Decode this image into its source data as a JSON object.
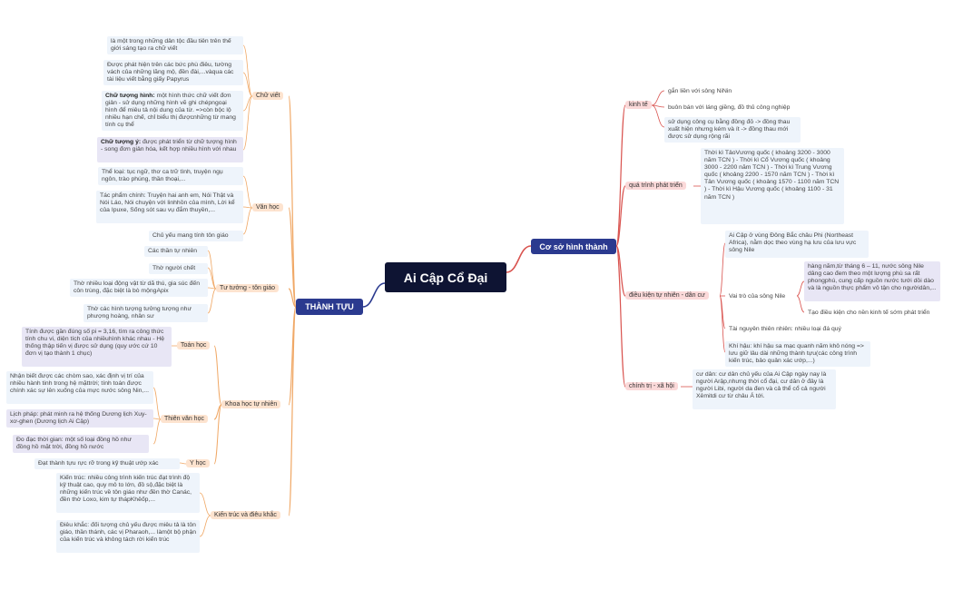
{
  "root": {
    "label": "Ai Cập Cổ Đại"
  },
  "right": {
    "label": "Cơ sở hình thành",
    "branches": [
      {
        "label": "kinh tế",
        "items": [
          "gắn liền với sông NiNin",
          "buôn bán với láng giềng, đồ thủ công nghiệp",
          "sử dụng công cụ bằng đồng đỏ -> đồng thau xuất hiện nhưng kém và ít -> đồng thau mới được sử dụng rộng rãi"
        ]
      },
      {
        "label": "quá trình phát triển",
        "items": [
          "Thời kì TảoVương quốc ( khoảng 3200 - 3000 năm TCN ) - Thời kì Cổ Vương quốc ( khoảng 3000 - 2200 năm TCN ) - Thời kì Trung Vương quốc ( khoảng 2200 - 1570 năm TCN ) - Thời kì Tân Vương quốc ( khoảng 1570 - 1100 năm TCN ) - Thời kì Hậu Vương quốc ( khoảng 1100 - 31 năm TCN )"
        ]
      },
      {
        "label": "điều kiện tự nhiên - dân cư",
        "items": [
          "Ai Cập ở vùng Đông Bắc châu Phi (Northeast Africa), nằm dọc theo vùng hạ lưu của lưu vực sông Nile",
          "Vai trò của sông Nile",
          "Tài nguyên thiên nhiên: nhiều loại đá quý",
          "Khí hậu: khí hậu sa mạc quanh năm khô nóng => lưu giữ lâu dài những thành tựu(các công trình kiến trúc, bảo quản xác ướp,...)"
        ],
        "nile": [
          "hàng năm,từ tháng 6 – 11, nước sông Nile dâng cao đem theo một lượng phù sa rất phongphú, cung cấp nguồn nước tưới dồi dào và là nguồn thực phẩm vô tận cho ngườidân,...",
          "Tạo điều kiện cho nền kinh tế sớm phát triển"
        ]
      },
      {
        "label": "chính trị - xã hội",
        "items": [
          "cư dân: cư dân chủ yếu của Ai Cập ngày nay là người Arập,nhưng thời cổ đại, cư dân ở đây là người Libi, người da đen và cả thể cổ cả người Xêmitdi cư từ châu Á tới."
        ]
      }
    ]
  },
  "left": {
    "label": "THÀNH TỰU",
    "branches": [
      {
        "label": "Chữ viết",
        "items": [
          {
            "text": "là một trong những dân tộc đầu tiên trên thế giới sáng tạo ra chữ viết"
          },
          {
            "text": "Được phát hiện trên các bức phù điêu, tường vách của những lăng mộ, đền đài,...vàqua các tài liệu viết bằng giấy Papyrus"
          },
          {
            "bold": "Chữ tượng hình:",
            "text": " một hình thức chữ viết đơn giản - sử dụng những hình vẽ ghi chépngoại hình để miêu tả nội dung của từ. =>còn bộc lộ nhiều hạn chế, chỉ biểu thị đượcnhững từ mang tính cụ thể"
          },
          {
            "bold": "Chữ tượng ý:",
            "text": " được phát triển từ chữ tượng hình - song đơn giản hóa, kết hợp nhiều hình với nhau"
          }
        ]
      },
      {
        "label": "Văn học",
        "items": [
          "Thể loại: tục ngữ, thơ ca trữ tình, truyện ngụ ngôn, trào phúng, thần thoại,...",
          "Tác phẩm chính: Truyện hai anh em, Nói Thật và Nói Láo, Nói chuyện với linhhồn của mình, Lời kể của Ipuxe, Sống sót sau vụ đắm thuyền,...",
          "Chủ yếu mang tính tôn giáo"
        ]
      },
      {
        "label": "Tư tưởng - tôn giáo",
        "items": [
          "Các thần tự nhiên",
          "Thờ người chết",
          "Thờ nhiều loại động vật từ dã thú, gia súc đến côn trùng, đặc biệt là bò mộngApix",
          "Thờ các hình tượng tưởng tượng như phượng hoàng, nhân sư"
        ]
      },
      {
        "label": "Khoa học tự nhiên",
        "subs": [
          {
            "label": "Toán học",
            "items": [
              "Tính được gần đúng số pi = 3,16, tìm ra công thức tính chu vi, diện tích của nhiềuhình khác nhau - Hệ thống thập tiến vị được sử dụng (quy ước cứ 10 đơn vị tạo thành 1 chục)"
            ]
          },
          {
            "label": "Thiên văn học",
            "items": [
              "Nhận biết được các chòm sao, xác định vị trí của nhiều hành tinh trong hệ mặttrời; tính toán được chính xác sự lên xuống của mực nước sông Nin,...",
              "Lịch pháp: phát minh ra hệ thống Dương lịch Xuy-xơ-ghen (Dương lịch Ai Cập)",
              "Đo đạc thời gian: một số loại đồng hồ như đồng hồ mặt trời, đồng hồ nước"
            ]
          },
          {
            "label": "Y học",
            "items": [
              "Đạt thành tựu rực rỡ trong kỹ thuật ướp xác"
            ]
          }
        ]
      },
      {
        "label": "Kiến trúc và điêu khắc",
        "items": [
          "Kiến trúc: nhiều công trình kiến trúc đạt trình độ kỹ thuật cao, quy mô to lớn, đồ sộ,đặc biệt là những kiến trúc về tôn giáo như đền thờ Canác, đền thờ Loxo, kim tự thápKhêốp,...",
          "Điêu khắc: đối tượng chủ yếu được miêu tả là tôn giáo, thần thánh, các vị Pharaoh,... làmột bộ phận của kiến trúc và không tách rời kiến trúc"
        ]
      }
    ]
  },
  "colors": {
    "right_link": "#d9534f",
    "left_link": "#f0a866",
    "root": "#0e1433",
    "main": "#2b3a8f"
  }
}
